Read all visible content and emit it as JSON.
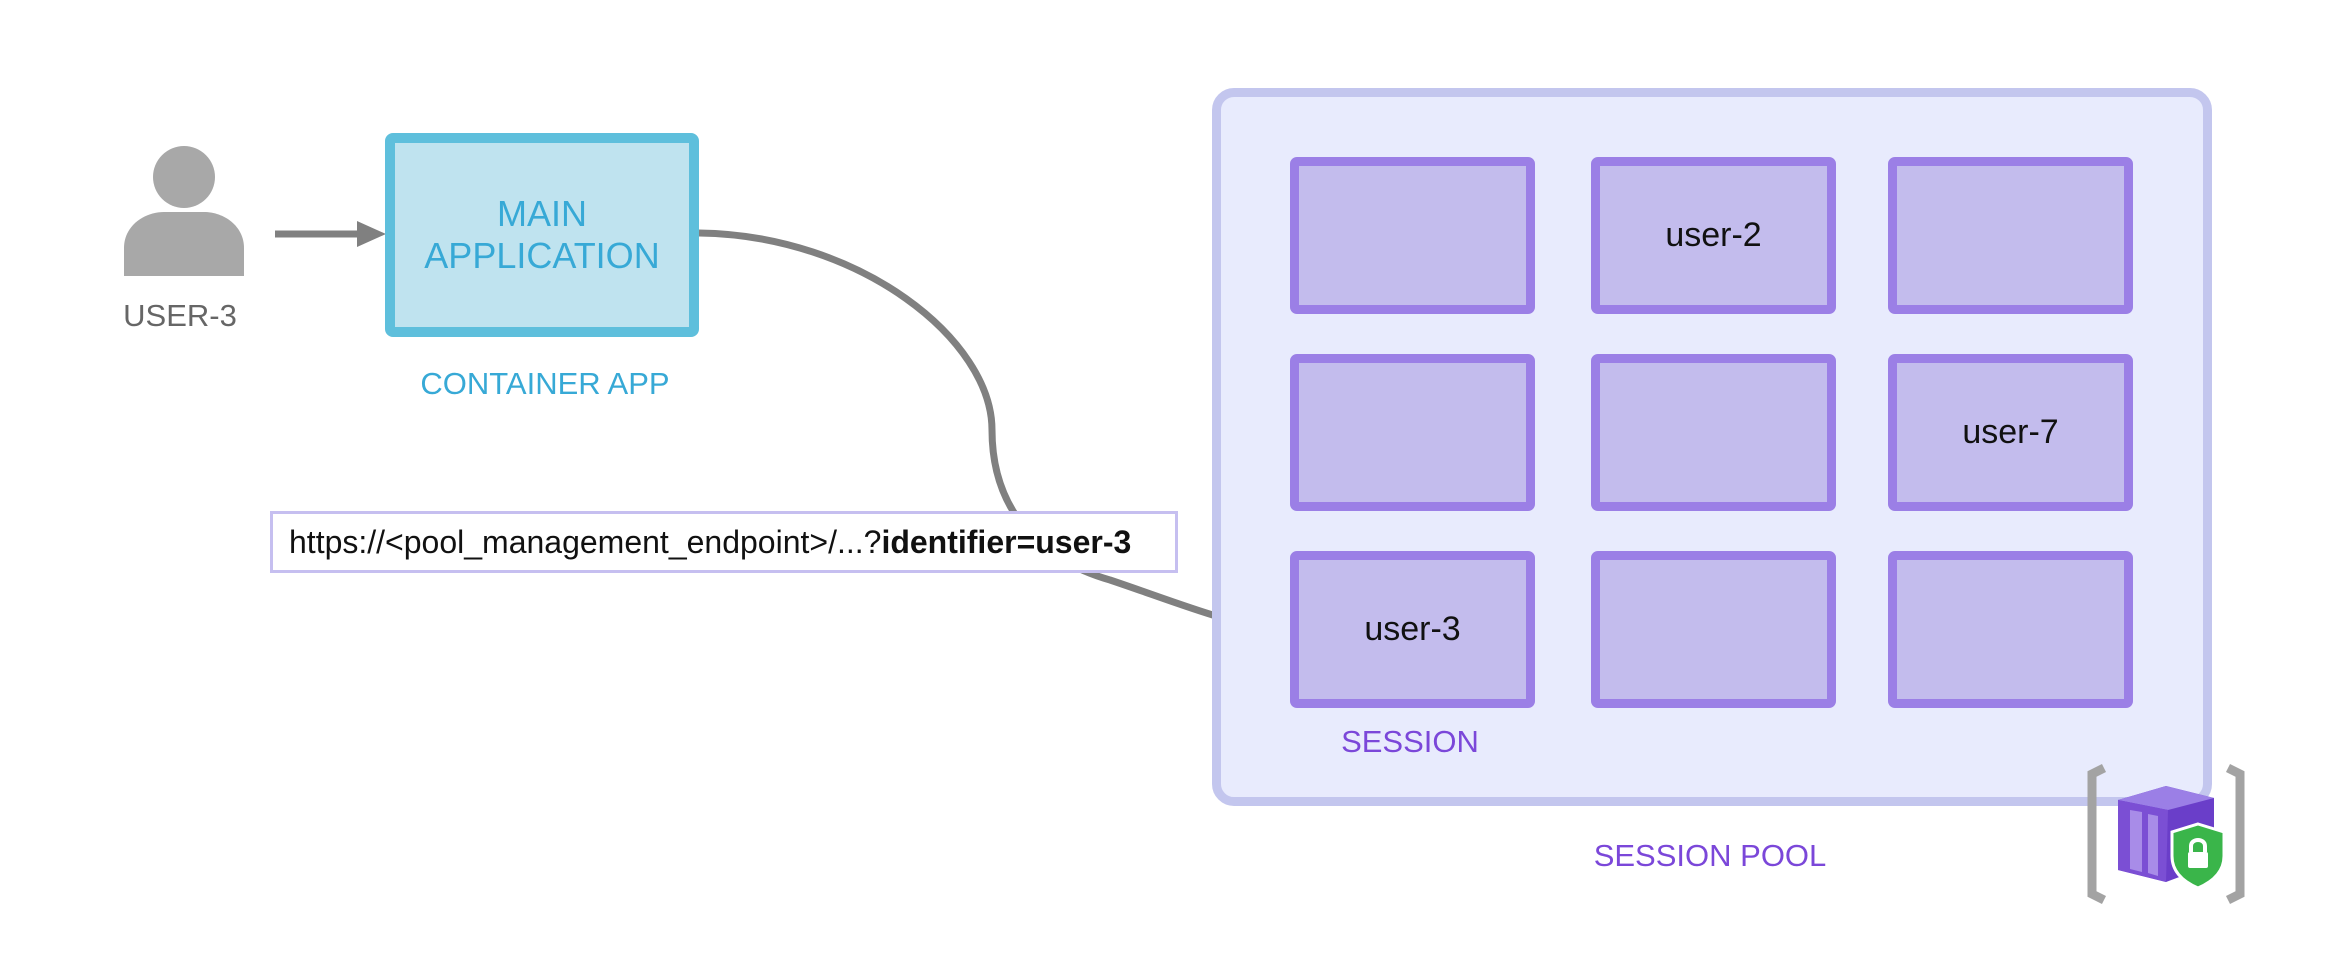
{
  "user": {
    "label": "USER-3"
  },
  "main_app": {
    "line1": "MAIN",
    "line2": "APPLICATION",
    "caption": "CONTAINER APP"
  },
  "request": {
    "url_prefix": "https://<pool_management_endpoint>/...?",
    "url_query": "identifier=user-3"
  },
  "session_pool": {
    "label": "SESSION POOL",
    "session_label": "SESSION",
    "sessions": [
      {
        "label": ""
      },
      {
        "label": "user-2"
      },
      {
        "label": ""
      },
      {
        "label": ""
      },
      {
        "label": ""
      },
      {
        "label": "user-7"
      },
      {
        "label": "user-3"
      },
      {
        "label": ""
      },
      {
        "label": ""
      }
    ]
  },
  "colors": {
    "container_app": "#5ebfdc",
    "session_pool_accent": "#7b47d9",
    "arrow": "#808080",
    "session_fill": "#c3bced"
  },
  "icons": [
    "user-icon",
    "arrow-icon",
    "container-apps-session-pool-icon",
    "lock-shield-icon"
  ]
}
